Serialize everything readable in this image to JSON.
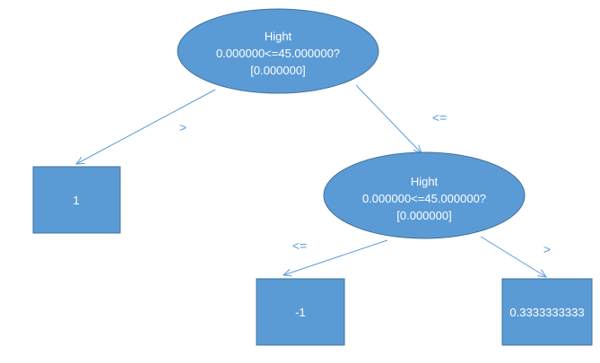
{
  "colors": {
    "node_fill": "#5b9bd5",
    "node_stroke": "#41719c",
    "edge": "#5b9bd5",
    "text_on_node": "#ffffff"
  },
  "nodes": {
    "root": {
      "line1": "Hight",
      "line2": "0.000000<=45.000000?",
      "line3": "[0.000000]"
    },
    "inner": {
      "line1": "Hight",
      "line2": "0.000000<=45.000000?",
      "line3": "[0.000000]"
    },
    "leaf_left": {
      "value": "1"
    },
    "leaf_mid": {
      "value": "-1"
    },
    "leaf_right": {
      "value": "0.3333333333"
    }
  },
  "edges": {
    "root_to_leaf_left": {
      "label": ">"
    },
    "root_to_inner": {
      "label": "<="
    },
    "inner_to_leaf_mid": {
      "label": "<="
    },
    "inner_to_leaf_right": {
      "label": ">"
    }
  }
}
